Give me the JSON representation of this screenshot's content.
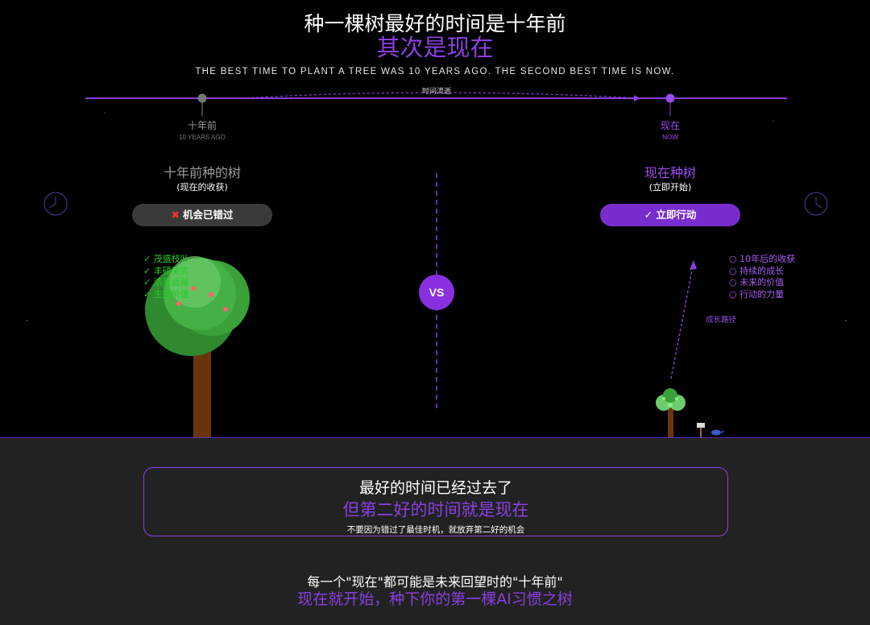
{
  "header": {
    "title_line1": "种一棵树最好的时间是十年前",
    "title_line2": "其次是现在",
    "subtitle": "THE BEST TIME TO PLANT A TREE WAS 10 YEARS AGO. THE SECOND BEST TIME IS NOW."
  },
  "timeline": {
    "flow_label": "时间流逝",
    "past_label": "十年前",
    "past_label_en": "10 YEARS AGO",
    "now_label": "现在",
    "now_label_en": "NOW"
  },
  "left_column": {
    "title": "十年前种的树",
    "subtitle": "(现在的收获)",
    "button_label": "机会已错过",
    "bullets": [
      "✓ 茂盛枝叶",
      "✓ 丰硕果实",
      "✓ 浓厚遮蔽",
      "✓ 生态价值"
    ]
  },
  "right_column": {
    "title": "现在种树",
    "subtitle": "(立即开始)",
    "button_label": "✓ 立即行动",
    "bullets": [
      "○ 10年后的收获",
      "○ 持续的成长",
      "○ 未来的价值",
      "○ 行动的力量"
    ],
    "growth_label": "成长路径"
  },
  "vs_label": "VS",
  "message": {
    "line1": "最好的时间已经过去了",
    "line2": "但第二好的时间就是现在",
    "line3": "不要因为错过了最佳时机，就放弃第二好的机会"
  },
  "footer": {
    "line1": "每一个\"现在\"都可能是未来回望时的\"十年前\"",
    "line2": "现在就开始，种下你的第一棵AI习惯之树"
  },
  "colors": {
    "accent": "#8a3fe0",
    "background": "#000000",
    "ground": "#222222",
    "success": "#22cc22",
    "danger": "#ff3030"
  }
}
